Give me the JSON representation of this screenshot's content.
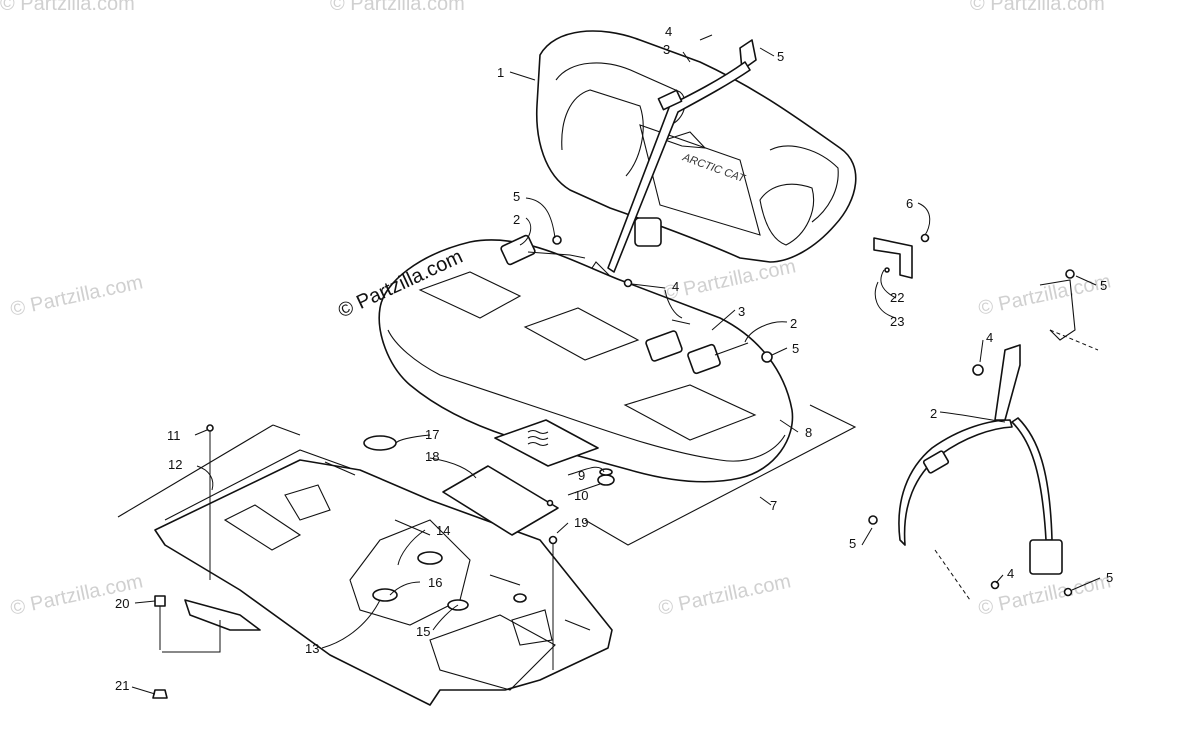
{
  "watermark": {
    "text": "© Partzilla.com",
    "text_short": "© Partzilla.com"
  },
  "seat_logo": "ARCTIC CAT",
  "callouts": {
    "c1": "1",
    "c2a": "2",
    "c2b": "2",
    "c2c": "2",
    "c3a": "3",
    "c3b": "3",
    "c4a": "4",
    "c4b": "4",
    "c4c": "4",
    "c4d": "4",
    "c5a": "5",
    "c5b": "5",
    "c5c": "5",
    "c5d": "5",
    "c5e": "5",
    "c5f": "5",
    "c6": "6",
    "c7": "7",
    "c8": "8",
    "c9": "9",
    "c10": "10",
    "c11": "11",
    "c12": "12",
    "c13": "13",
    "c14": "14",
    "c15": "15",
    "c16": "16",
    "c17": "17",
    "c18": "18",
    "c19": "19",
    "c20": "20",
    "c21": "21",
    "c22": "22",
    "c23": "23"
  },
  "colors": {
    "line": "#111111",
    "watermark": "#d0d0d0",
    "background": "#ffffff"
  }
}
